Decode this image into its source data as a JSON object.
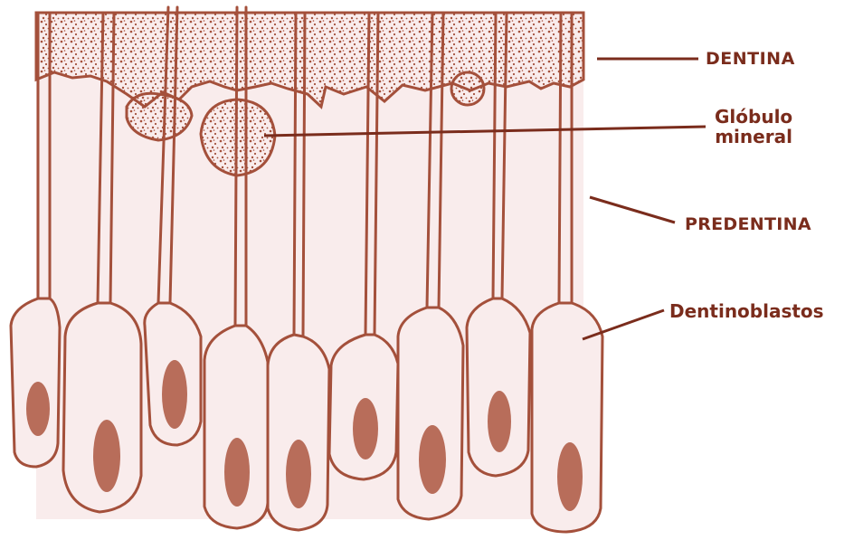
{
  "colors": {
    "outline": "#a4503b",
    "cell_fill": "#f9ecec",
    "nucleus": "#b86d5a",
    "label": "#7a2c1c",
    "dots": "#a4503b"
  },
  "labels": {
    "dentina": "DENTINA",
    "globulo_line1": "Glóbulo",
    "globulo_line2": "mineral",
    "predentina": "PREDENTINA",
    "dentinoblastos": "Dentinoblastos"
  }
}
